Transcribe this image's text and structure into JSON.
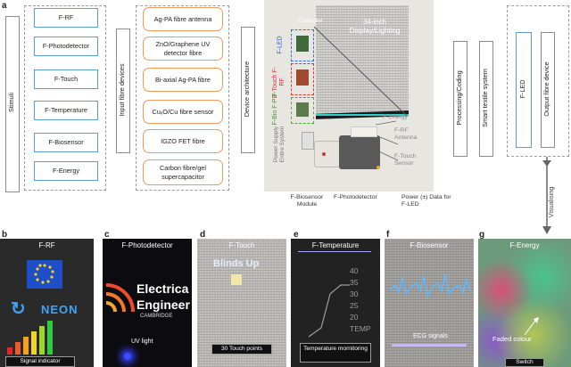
{
  "labels": {
    "a": "a",
    "b": "b",
    "c": "c",
    "d": "d",
    "e": "e",
    "f": "f",
    "g": "g"
  },
  "stimuli_label": "Stimuli",
  "functions": [
    "F-RF",
    "F-Photodetector",
    "F-Touch",
    "F-Temperature",
    "F-Biosensor",
    "F-Energy"
  ],
  "input_label": "Input fibre devices",
  "devices": [
    "Ag-PA fibre antenna",
    "ZnO/Graphene UV detector fibre",
    "Bi-axial Ag-PA fibre",
    "CuₓO/Cu fibre sensor",
    "IGZO FET fibre",
    "Carbon fibre/gel supercapacitor"
  ],
  "architecture_label": "Device architecture",
  "photo": {
    "controller": "Controller",
    "display": "34-inch Display/Lighting",
    "f_led": "F-LED",
    "f_touch_rf": "F-Touch F-RF",
    "f_bio_pd": "F-Bio F-PD",
    "power_supply": "Power Supply Entire System",
    "f_energy": "F-Energy",
    "f_rf_antenna": "F-RF Antenna",
    "f_touch_sensor": "F-Touch Sensor"
  },
  "below_photo": {
    "biosensor_module": "F-Biosensor Module",
    "photodetector": "F-Photodetector",
    "power_data": "Power (±) Data for F-LED"
  },
  "right_boxes": [
    "Processing/Coding",
    "Smart textile system",
    "F-LED",
    "Output fibre device"
  ],
  "visualising": "Visualising",
  "panels": {
    "b": {
      "title": "F-RF",
      "neon": "NEON",
      "caption": "Signal indicator"
    },
    "c": {
      "title": "F-Photodetector",
      "text1": "Electrica",
      "text2": "Engineer",
      "text3": "CAMBRIDGE",
      "caption": "UV light"
    },
    "d": {
      "title": "F-Touch",
      "display_text": "Blinds Up",
      "caption": "30 Touch points"
    },
    "e": {
      "title": "F-Temperature",
      "ticks": [
        "40",
        "35",
        "30",
        "25",
        "20",
        "TEMP"
      ],
      "caption": "Temperature mornitoring"
    },
    "f": {
      "title": "F-Biosensor",
      "caption": "ECG signals"
    },
    "g": {
      "title": "F-Energy",
      "faded": "Faded colour",
      "caption": "Switch"
    }
  }
}
